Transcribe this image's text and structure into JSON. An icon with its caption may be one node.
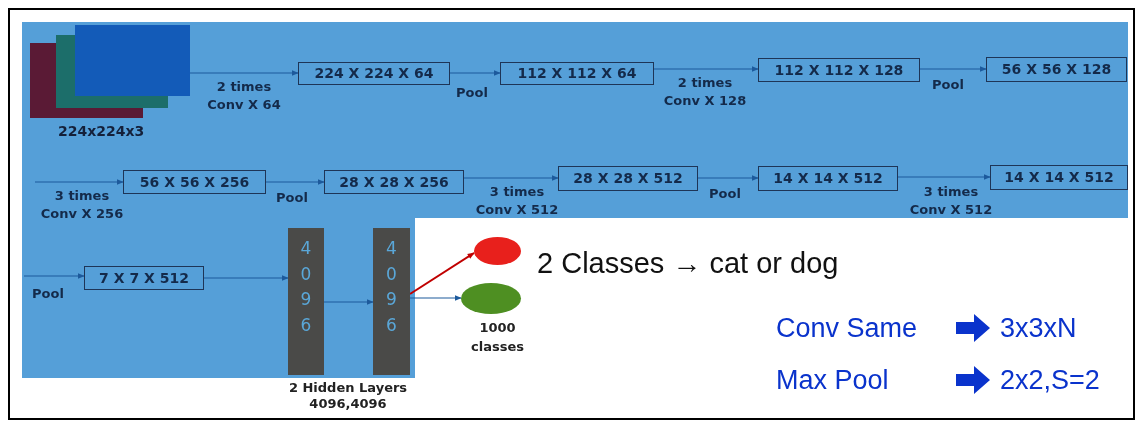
{
  "diagram": {
    "nodes": [
      {
        "text": [
          "224x224x3"
        ]
      },
      {
        "text": [
          "224 X 224 X 64"
        ]
      },
      {
        "text": [
          "112 X 112 X 64"
        ]
      },
      {
        "text": [
          "112 X 112 X 128"
        ]
      },
      {
        "text": [
          "56 X 56 X 128"
        ]
      },
      {
        "text": [
          "56 X 56 X 256"
        ]
      },
      {
        "text": [
          "28 X 28 X 256"
        ]
      },
      {
        "text": [
          "28 X 28 X 512"
        ]
      },
      {
        "text": [
          "14 X 14 X 512"
        ]
      },
      {
        "text": [
          "14 X 14 X 512"
        ]
      },
      {
        "text": [
          "7 X 7 X 512"
        ]
      },
      {
        "text": [
          "4096"
        ]
      },
      {
        "text": [
          "4096"
        ]
      },
      {
        "text": [],
        "shape": "circle",
        "beside": [
          "2 Classes → cat or dog"
        ]
      },
      {
        "text": [],
        "shape": "circle",
        "beside": [
          "1000 classes"
        ]
      }
    ],
    "edges": [
      {
        "from": 0,
        "to": 1,
        "arrow": "to",
        "label": "2 times Conv X 64"
      },
      {
        "from": 1,
        "to": 2,
        "arrow": "to",
        "label": "Pool"
      },
      {
        "from": 2,
        "to": 3,
        "arrow": "to",
        "label": "2 times Conv X 128"
      },
      {
        "from": 3,
        "to": 4,
        "arrow": "to",
        "label": "Pool"
      },
      {
        "from": null,
        "to": 5,
        "arrow": "to",
        "label": "3 times Conv X 256"
      },
      {
        "from": 5,
        "to": 6,
        "arrow": "to",
        "label": "Pool"
      },
      {
        "from": 6,
        "to": 7,
        "arrow": "to",
        "label": "3 times Conv X 512"
      },
      {
        "from": 7,
        "to": 8,
        "arrow": "to",
        "label": "Pool"
      },
      {
        "from": 8,
        "to": 9,
        "arrow": "to",
        "label": "3 times Conv X 512"
      },
      {
        "from": null,
        "to": 10,
        "arrow": "to",
        "label": "Pool"
      },
      {
        "from": 10,
        "to": 11,
        "arrow": "to"
      },
      {
        "from": 11,
        "to": 12,
        "arrow": "to"
      },
      {
        "from": 12,
        "to": 13,
        "arrow": "to",
        "color": "#c00000"
      },
      {
        "from": 12,
        "to": 14,
        "arrow": "to"
      }
    ],
    "labels": [
      "2 Hidden Layers 4096,4096",
      "Conv Same",
      "3x3xN",
      "Max Pool",
      "2x2,S=2"
    ]
  }
}
